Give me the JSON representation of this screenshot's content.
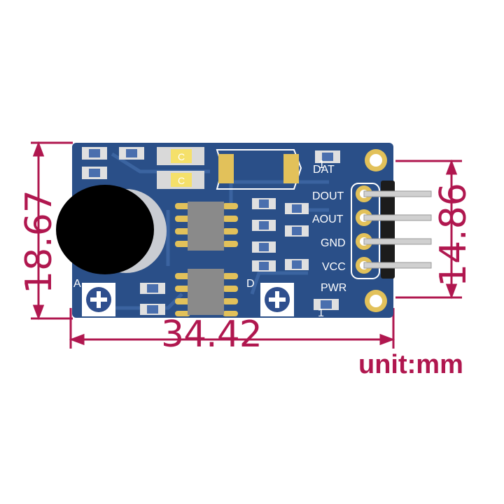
{
  "dimensions": {
    "width": "34.42",
    "height": "18.67",
    "pin_pitch_span": "14.86",
    "unit": "unit:mm"
  },
  "board": {
    "pin_labels": [
      "DAT",
      "DOUT",
      "AOUT",
      "GND",
      "VCC",
      "PWR"
    ],
    "pot_labels": [
      "A",
      "D"
    ],
    "led_labels": [
      "C",
      "C"
    ],
    "silk_numbers": [
      "1",
      "1"
    ]
  },
  "colors": {
    "pcb": "#2a4f88",
    "dimension": "#b0174f",
    "pad": "#d9b03b"
  }
}
